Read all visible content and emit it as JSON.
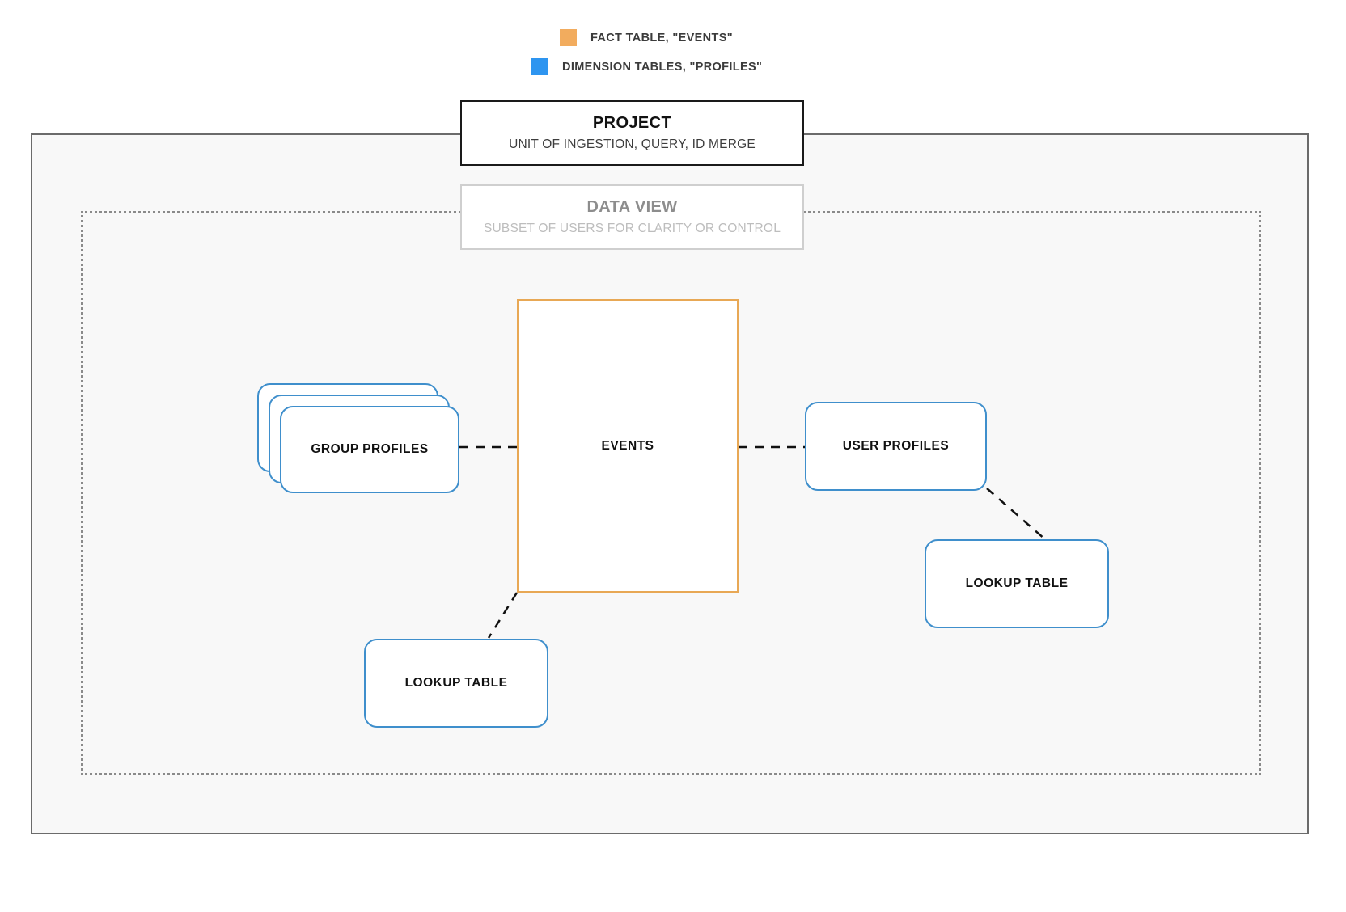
{
  "legend": {
    "items": [
      {
        "label": "FACT TABLE, \"EVENTS\"",
        "color": "#f2ac5e",
        "icon": "square-swatch-icon"
      },
      {
        "label": "DIMENSION TABLES, \"PROFILES\"",
        "color": "#2e95f0",
        "icon": "square-swatch-icon"
      }
    ]
  },
  "project": {
    "title": "PROJECT",
    "subtitle": "UNIT OF INGESTION, QUERY, ID MERGE",
    "border_color": "#1a1a1a"
  },
  "data_view": {
    "title": "DATA VIEW",
    "subtitle": "SUBSET OF USERS FOR CLARITY OR CONTROL",
    "border_color": "#cfcfcf",
    "text_color": "#8d8d8d"
  },
  "nodes": {
    "events": {
      "label": "EVENTS",
      "type": "fact-table",
      "border_color": "#e8a855"
    },
    "group_profiles": {
      "label": "GROUP PROFILES",
      "type": "dimension-table-stack",
      "border_color": "#3f8fcc",
      "stack_count": 3
    },
    "user_profiles": {
      "label": "USER PROFILES",
      "type": "dimension-table",
      "border_color": "#3f8fcc"
    },
    "lookup_left": {
      "label": "LOOKUP TABLE",
      "type": "lookup-table",
      "border_color": "#3f8fcc"
    },
    "lookup_right": {
      "label": "LOOKUP TABLE",
      "type": "lookup-table",
      "border_color": "#3f8fcc"
    }
  },
  "connectors": [
    {
      "from": "group_profiles",
      "to": "events",
      "style": "dashed"
    },
    {
      "from": "events",
      "to": "user_profiles",
      "style": "dashed"
    },
    {
      "from": "user_profiles",
      "to": "lookup_right",
      "style": "dashed"
    },
    {
      "from": "events",
      "to": "lookup_left",
      "style": "dashed"
    }
  ]
}
